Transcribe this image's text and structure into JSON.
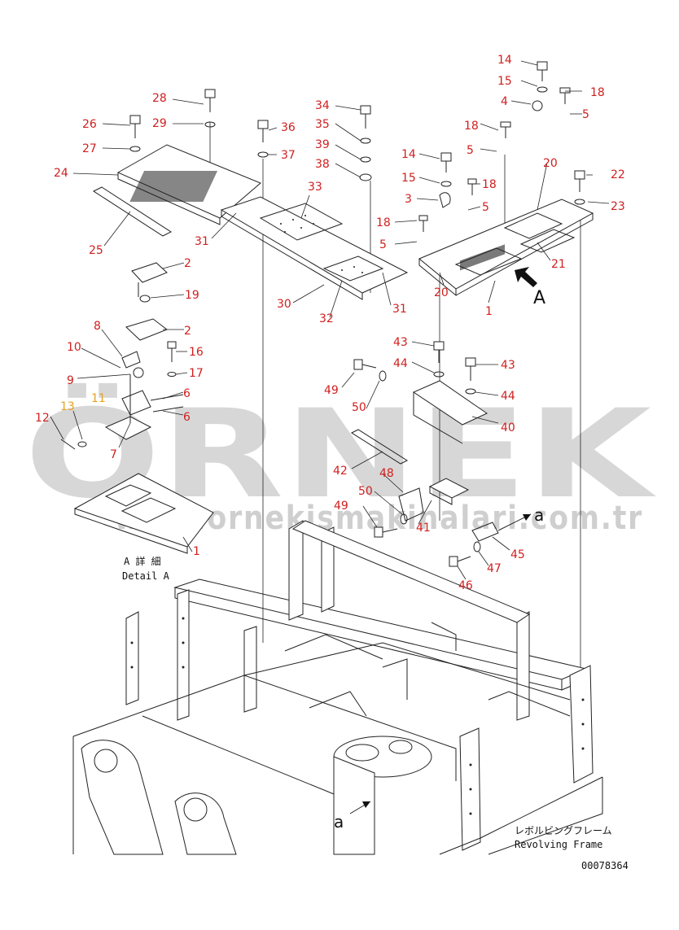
{
  "watermark": {
    "brand": "ÖRNEK",
    "url": "www.ornekismakinalari.com.tr"
  },
  "labels": {
    "detail_jp": "A 詳 細",
    "detail_en": "Detail A",
    "frame_jp": "レボルビングフレーム",
    "frame_en": "Revolving Frame",
    "view_marker": "A",
    "ref_a": "a",
    "drawing_no": "00078364"
  },
  "part_numbers": [
    {
      "key": "p14a",
      "text": "14"
    },
    {
      "key": "p15a",
      "text": "15"
    },
    {
      "key": "p18a",
      "text": "18"
    },
    {
      "key": "p4",
      "text": "4"
    },
    {
      "key": "p5a",
      "text": "5"
    },
    {
      "key": "p18b",
      "text": "18"
    },
    {
      "key": "p5b",
      "text": "5"
    },
    {
      "key": "p20a",
      "text": "20"
    },
    {
      "key": "p22",
      "text": "22"
    },
    {
      "key": "p23",
      "text": "23"
    },
    {
      "key": "p14b",
      "text": "14"
    },
    {
      "key": "p15b",
      "text": "15"
    },
    {
      "key": "p18c",
      "text": "18"
    },
    {
      "key": "p3",
      "text": "3"
    },
    {
      "key": "p5c",
      "text": "5"
    },
    {
      "key": "p18d",
      "text": "18"
    },
    {
      "key": "p5d",
      "text": "5"
    },
    {
      "key": "p21",
      "text": "21"
    },
    {
      "key": "p20b",
      "text": "20"
    },
    {
      "key": "p1a",
      "text": "1"
    },
    {
      "key": "p28",
      "text": "28"
    },
    {
      "key": "p26",
      "text": "26"
    },
    {
      "key": "p29",
      "text": "29"
    },
    {
      "key": "p27",
      "text": "27"
    },
    {
      "key": "p24",
      "text": "24"
    },
    {
      "key": "p25",
      "text": "25"
    },
    {
      "key": "p36",
      "text": "36"
    },
    {
      "key": "p37",
      "text": "37"
    },
    {
      "key": "p34",
      "text": "34"
    },
    {
      "key": "p35",
      "text": "35"
    },
    {
      "key": "p39",
      "text": "39"
    },
    {
      "key": "p38",
      "text": "38"
    },
    {
      "key": "p33",
      "text": "33"
    },
    {
      "key": "p31a",
      "text": "31"
    },
    {
      "key": "p30",
      "text": "30"
    },
    {
      "key": "p32",
      "text": "32"
    },
    {
      "key": "p31b",
      "text": "31"
    },
    {
      "key": "p2a",
      "text": "2"
    },
    {
      "key": "p19",
      "text": "19"
    },
    {
      "key": "p2b",
      "text": "2"
    },
    {
      "key": "p8",
      "text": "8"
    },
    {
      "key": "p10",
      "text": "10"
    },
    {
      "key": "p16",
      "text": "16"
    },
    {
      "key": "p9",
      "text": "9"
    },
    {
      "key": "p17",
      "text": "17"
    },
    {
      "key": "p11",
      "text": "11"
    },
    {
      "key": "p6a",
      "text": "6"
    },
    {
      "key": "p13",
      "text": "13"
    },
    {
      "key": "p6b",
      "text": "6"
    },
    {
      "key": "p12",
      "text": "12"
    },
    {
      "key": "p7",
      "text": "7"
    },
    {
      "key": "p1b",
      "text": "1"
    },
    {
      "key": "p43a",
      "text": "43"
    },
    {
      "key": "p44a",
      "text": "44"
    },
    {
      "key": "p43b",
      "text": "43"
    },
    {
      "key": "p49a",
      "text": "49"
    },
    {
      "key": "p44b",
      "text": "44"
    },
    {
      "key": "p50a",
      "text": "50"
    },
    {
      "key": "p40",
      "text": "40"
    },
    {
      "key": "p42",
      "text": "42"
    },
    {
      "key": "p48",
      "text": "48"
    },
    {
      "key": "p50b",
      "text": "50"
    },
    {
      "key": "p41",
      "text": "41"
    },
    {
      "key": "p49b",
      "text": "49"
    },
    {
      "key": "p45",
      "text": "45"
    },
    {
      "key": "p47",
      "text": "47"
    },
    {
      "key": "p46",
      "text": "46"
    }
  ]
}
